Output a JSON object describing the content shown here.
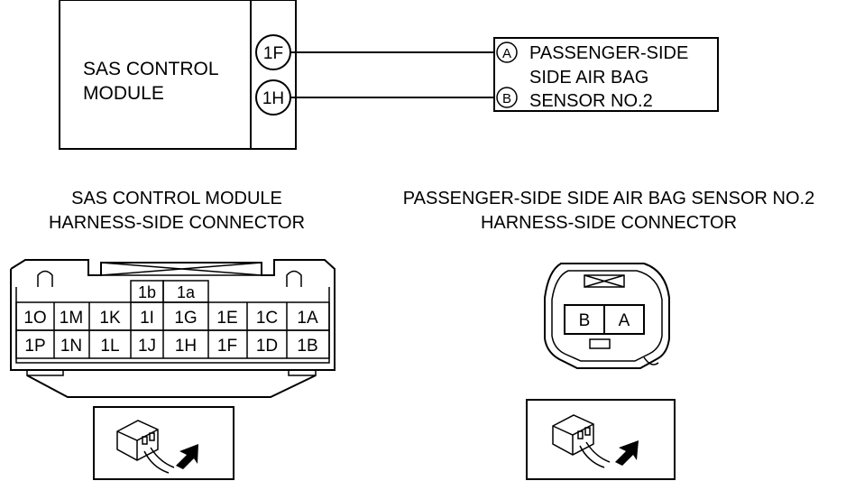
{
  "wiring": {
    "module_label": [
      "SAS CONTROL",
      "MODULE"
    ],
    "module_pins": [
      "1F",
      "1H"
    ],
    "sensor_pins": [
      "A",
      "B"
    ],
    "sensor_label": [
      "PASSENGER-SIDE",
      "SIDE AIR BAG",
      "SENSOR NO.2"
    ]
  },
  "module_connector": {
    "title": [
      "SAS CONTROL MODULE",
      "HARNESS-SIDE CONNECTOR"
    ],
    "top_row": [
      "1b",
      "1a"
    ],
    "middle_row": [
      "1O",
      "1M",
      "1K",
      "1I",
      "1G",
      "1E",
      "1C",
      "1A"
    ],
    "bottom_row": [
      "1P",
      "1N",
      "1L",
      "1J",
      "1H",
      "1F",
      "1D",
      "1B"
    ]
  },
  "sensor_connector": {
    "title": [
      "PASSENGER-SIDE SIDE AIR BAG SENSOR NO.2",
      "HARNESS-SIDE CONNECTOR"
    ],
    "pins": [
      "B",
      "A"
    ]
  }
}
